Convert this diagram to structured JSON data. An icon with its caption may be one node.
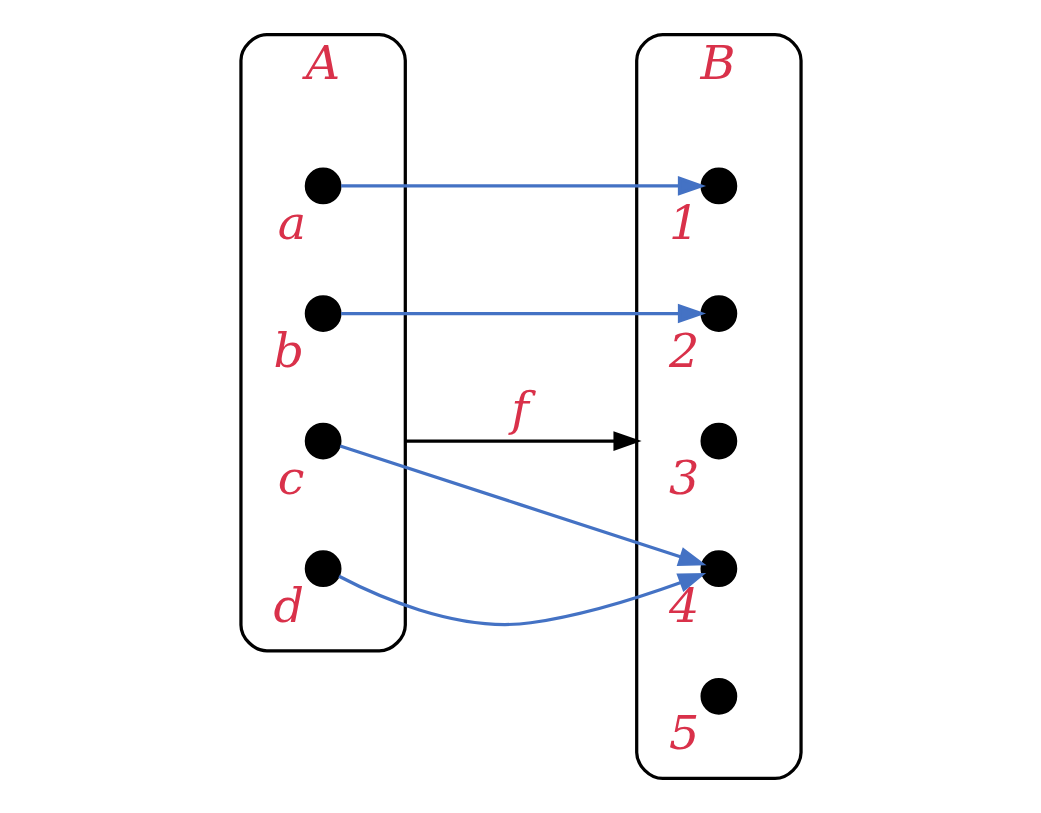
{
  "diagram": {
    "nodes": [
      {
        "text": [
          "A"
        ]
      },
      {
        "text": [],
        "shape": "circle",
        "in": 0,
        "beside": [
          "a"
        ]
      },
      {
        "text": [],
        "shape": "circle",
        "in": 0,
        "beside": [
          "b"
        ]
      },
      {
        "text": [],
        "shape": "circle",
        "in": 0,
        "beside": [
          "c"
        ]
      },
      {
        "text": [],
        "shape": "circle",
        "in": 0,
        "beside": [
          "d"
        ]
      },
      {
        "text": [
          "B"
        ]
      },
      {
        "text": [],
        "shape": "circle",
        "in": 5,
        "beside": [
          "1"
        ]
      },
      {
        "text": [],
        "shape": "circle",
        "in": 5,
        "beside": [
          "2"
        ]
      },
      {
        "text": [],
        "shape": "circle",
        "in": 5,
        "beside": [
          "3"
        ]
      },
      {
        "text": [],
        "shape": "circle",
        "in": 5,
        "beside": [
          "4"
        ]
      },
      {
        "text": [],
        "shape": "circle",
        "in": 5,
        "beside": [
          "5"
        ]
      }
    ],
    "edges": [
      {
        "from": 0,
        "to": 5,
        "arrow": "to",
        "label": "f",
        "color": "#000000"
      },
      {
        "from": 1,
        "to": 6,
        "arrow": "to"
      },
      {
        "from": 2,
        "to": 7,
        "arrow": "to"
      },
      {
        "from": 3,
        "to": 9,
        "arrow": "to"
      },
      {
        "from": 4,
        "to": 9,
        "arrow": "to"
      }
    ]
  }
}
